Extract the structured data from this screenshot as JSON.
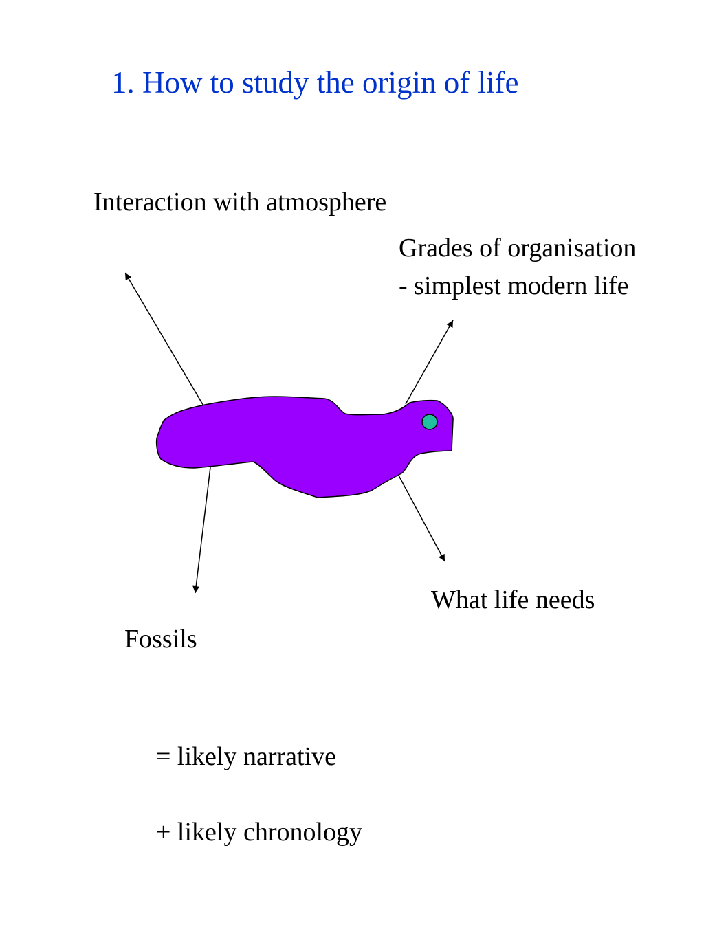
{
  "title": "1.  How to study the origin of life",
  "labels": {
    "atmosphere": "Interaction with atmosphere",
    "grades_line1": "Grades of organisation",
    "grades_line2": "- simplest modern life",
    "needs": "What life needs",
    "fossils": "Fossils",
    "narrative": "= likely narrative",
    "chronology": "+ likely chronology"
  },
  "colors": {
    "title": "#0033cc",
    "blob": "#9900ff",
    "eye": "#1fbf9f",
    "stroke": "#000000"
  }
}
